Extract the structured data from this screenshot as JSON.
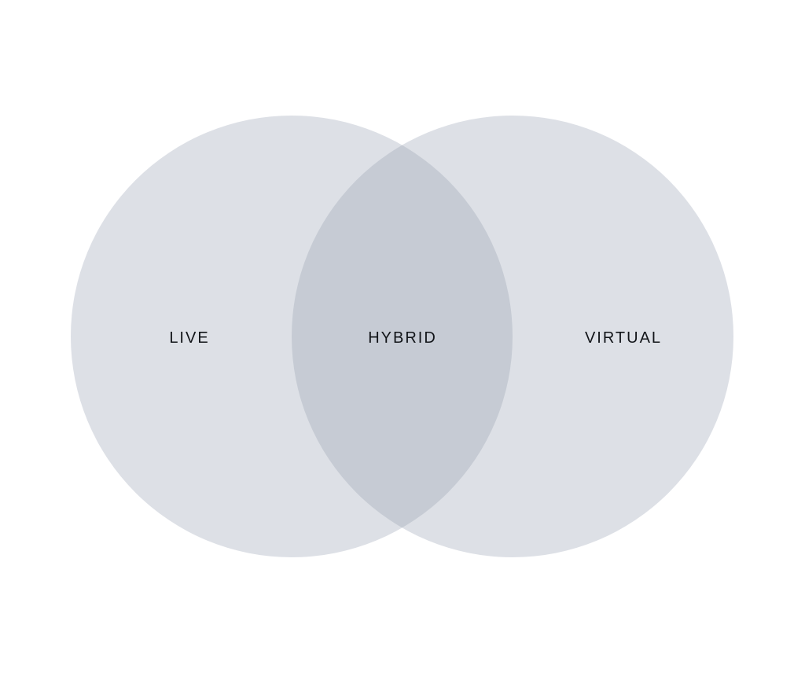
{
  "diagram": {
    "type": "venn",
    "sets": [
      {
        "label": "LIVE"
      },
      {
        "label": "VIRTUAL"
      }
    ],
    "intersection": {
      "label": "HYBRID"
    },
    "colors": {
      "circle_fill": "#dde0e6",
      "overlap_fill": "#c6cbd4",
      "text": "#111418",
      "background": "#ffffff"
    }
  }
}
